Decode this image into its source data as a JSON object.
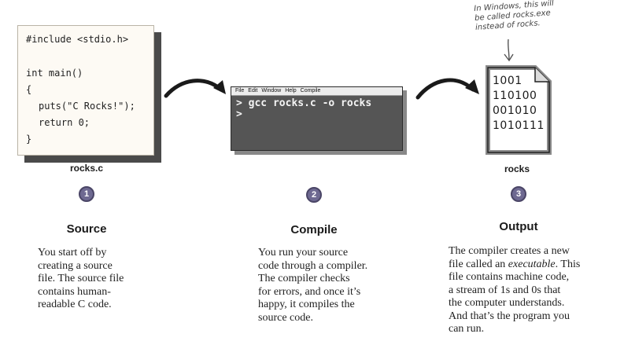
{
  "source_code": {
    "lines": [
      "#include <stdio.h>",
      "int main()",
      "{",
      "puts(\"C Rocks!\");",
      "return 0;",
      "}"
    ]
  },
  "terminal": {
    "menu": [
      "File",
      "Edit",
      "Window",
      "Help",
      "Compile"
    ],
    "lines": [
      "> gcc rocks.c -o rocks",
      ">"
    ]
  },
  "executable": {
    "lines": [
      "1001",
      "110100",
      "001010",
      "1010111"
    ]
  },
  "labels": {
    "source_file": "rocks.c",
    "output_file": "rocks"
  },
  "annotation": {
    "lines": [
      "In Windows, this will",
      "be called rocks.exe",
      "instead of rocks."
    ]
  },
  "steps": [
    {
      "number": "1",
      "title": "Source",
      "desc": [
        "You start off by",
        "creating a source",
        "file. The source file",
        "contains human-",
        "readable C code."
      ]
    },
    {
      "number": "2",
      "title": "Compile",
      "desc": [
        "You run your source",
        "code through a compiler.",
        "The compiler checks",
        "for errors, and once it’s",
        "happy, it compiles the",
        "source code."
      ]
    },
    {
      "number": "3",
      "title": "Output",
      "desc_parts": {
        "line2_before": "file called an ",
        "line2_em": "executable",
        "line2_after": ". This"
      },
      "desc": [
        "The compiler creates a new",
        "file called an executable. This",
        "file contains machine code,",
        "a stream of 1s and 0s that",
        "the computer understands.",
        "And that’s the program you",
        "can run."
      ]
    }
  ]
}
